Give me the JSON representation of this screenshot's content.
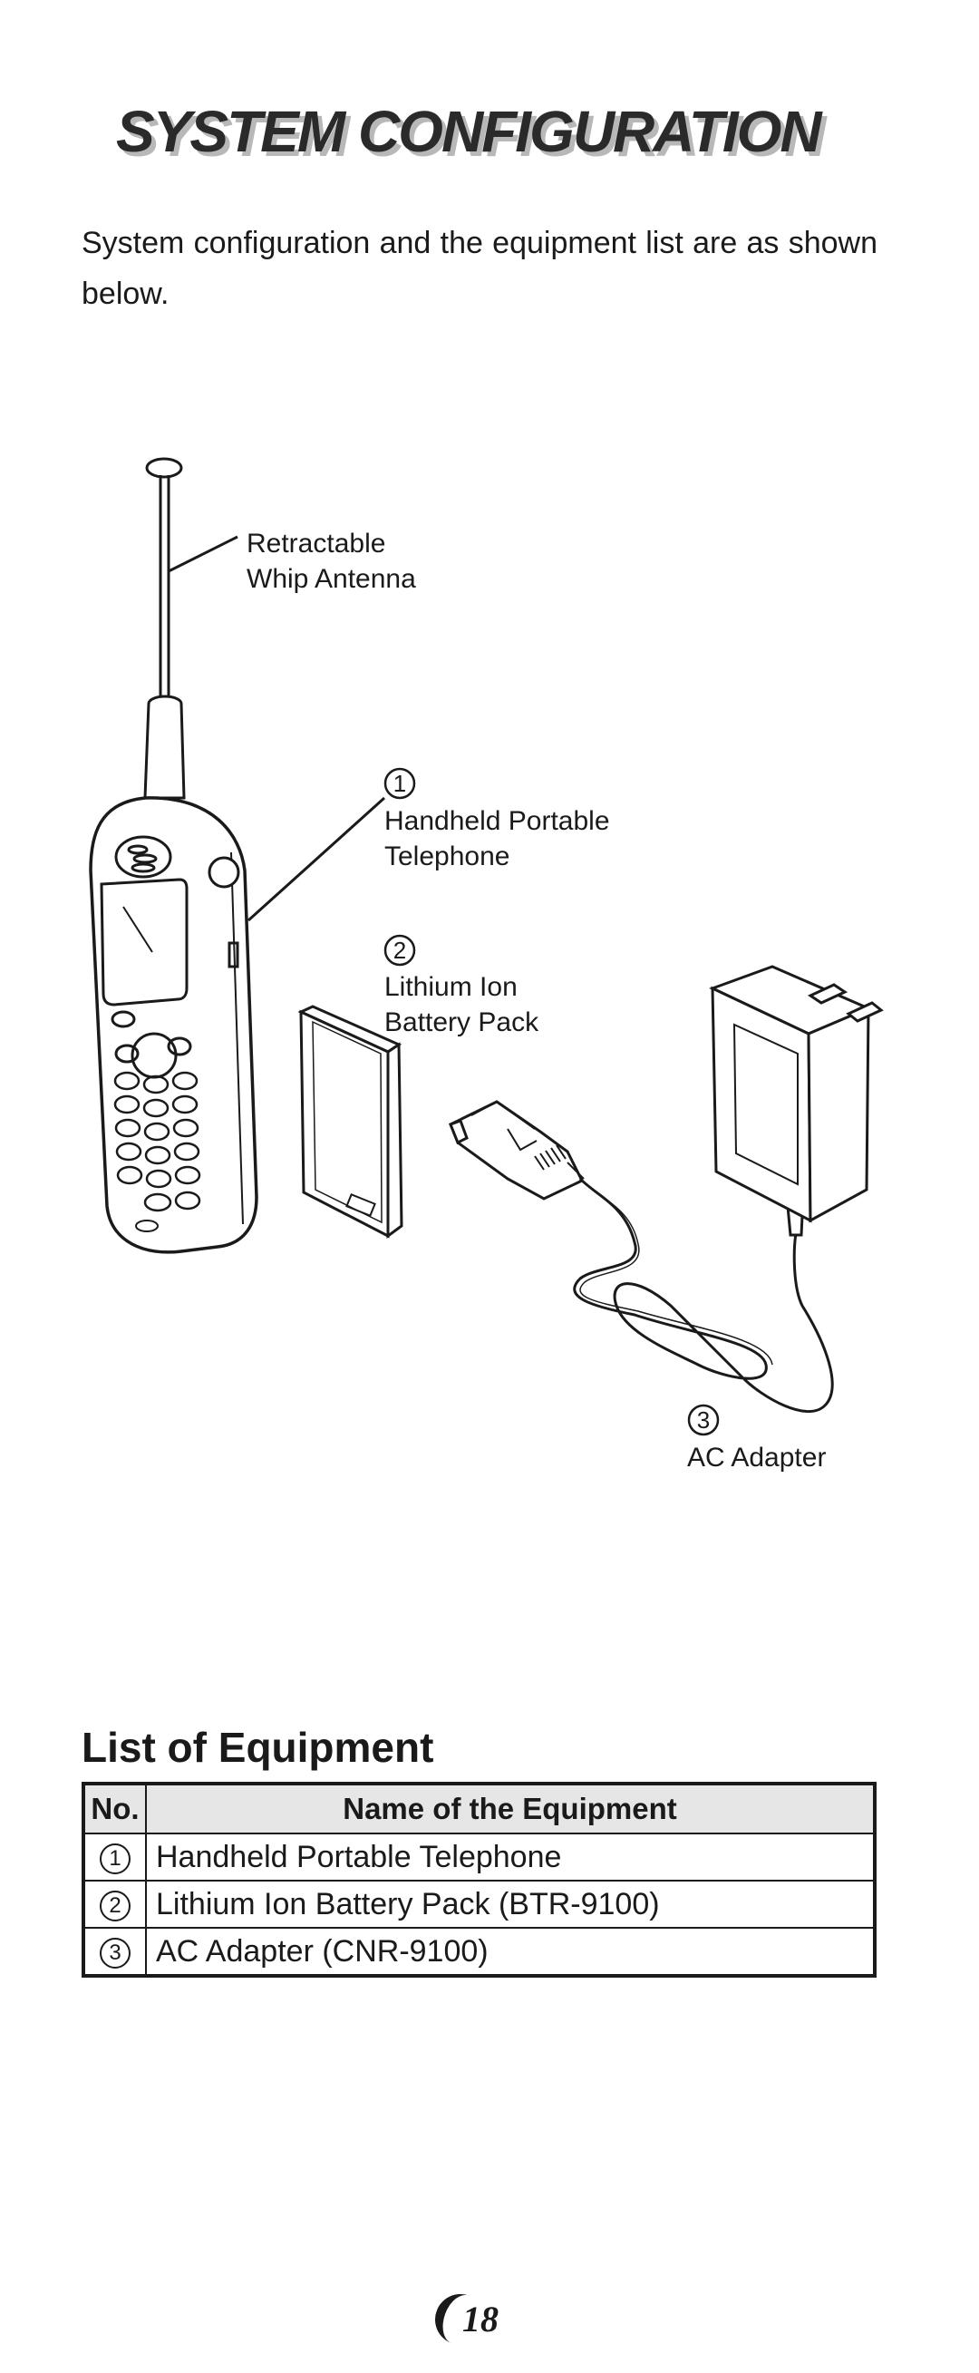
{
  "header": {
    "title": "SYSTEM CONFIGURATION"
  },
  "intro": {
    "text": "System configuration and the equipment list are as shown below."
  },
  "figure": {
    "antenna_label_1": "Retractable",
    "antenna_label_2": "Whip Antenna",
    "item1_num": "1",
    "item1_label_1": "Handheld Portable",
    "item1_label_2": "Telephone",
    "item2_num": "2",
    "item2_label_1": "Lithium Ion",
    "item2_label_2": "Battery Pack",
    "item3_num": "3",
    "item3_label_1": "AC Adapter"
  },
  "equipment": {
    "title": "List of Equipment",
    "col_no": "No.",
    "col_name": "Name of the Equipment",
    "rows": [
      {
        "no": "1",
        "name": "Handheld Portable Telephone"
      },
      {
        "no": "2",
        "name": "Lithium Ion Battery Pack (BTR-9100)"
      },
      {
        "no": "3",
        "name": "AC Adapter (CNR-9100)"
      }
    ]
  },
  "footer": {
    "page_number": "18"
  }
}
